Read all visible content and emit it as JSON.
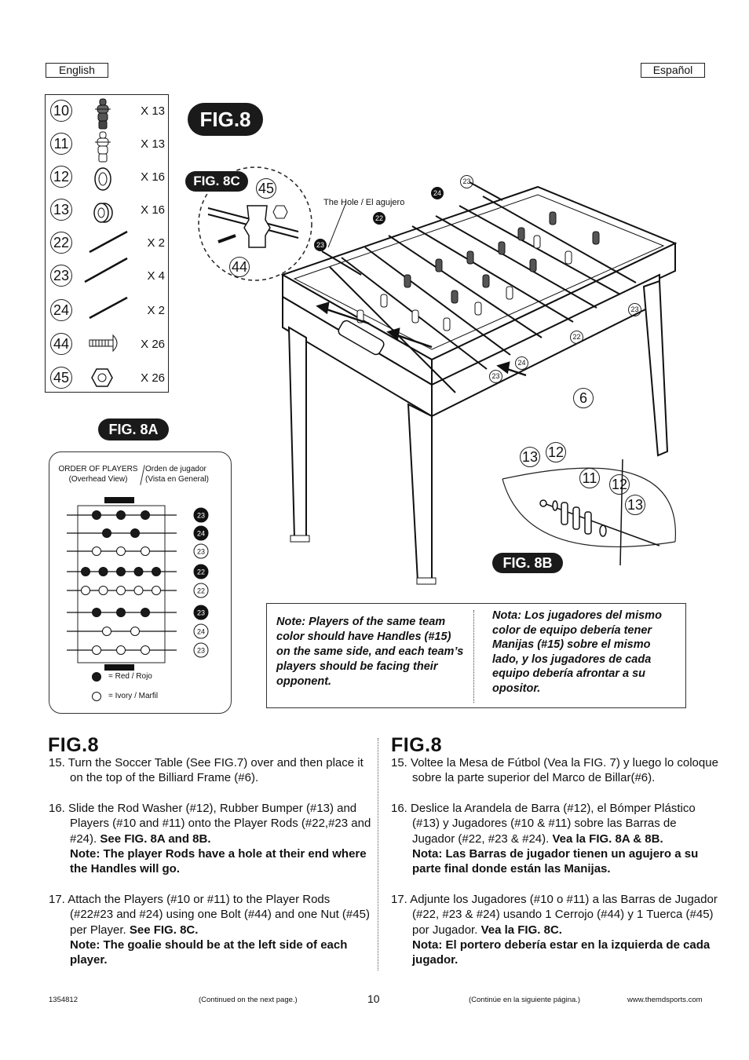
{
  "header": {
    "lang_en": "English",
    "lang_es": "Español"
  },
  "parts": [
    {
      "num": "10",
      "qty": "X 13",
      "icon": "player-figure-dark-icon"
    },
    {
      "num": "11",
      "qty": "X 13",
      "icon": "player-figure-light-icon"
    },
    {
      "num": "12",
      "qty": "X 16",
      "icon": "rod-washer-icon"
    },
    {
      "num": "13",
      "qty": "X 16",
      "icon": "rubber-bumper-icon"
    },
    {
      "num": "22",
      "qty": "X 2",
      "icon": "rod-icon"
    },
    {
      "num": "23",
      "qty": "X 4",
      "icon": "rod-icon"
    },
    {
      "num": "24",
      "qty": "X 2",
      "icon": "rod-icon"
    },
    {
      "num": "44",
      "qty": "X 26",
      "icon": "bolt-icon"
    },
    {
      "num": "45",
      "qty": "X 26",
      "icon": "nut-icon"
    }
  ],
  "figure": {
    "main_label": "FIG.8",
    "fig8c_label": "FIG. 8C",
    "fig8a_label": "FIG. 8A",
    "fig8b_label": "FIG. 8B",
    "hole_label": "The Hole / El agujero",
    "callouts": {
      "c45": "45",
      "c44": "44",
      "c6": "6",
      "c13a": "13",
      "c12a": "12",
      "c11": "11",
      "c12b": "12",
      "c13b": "13",
      "r23a": "23",
      "r24a": "24",
      "r22a": "22",
      "r23b": "23",
      "r23c": "23",
      "r22b": "22",
      "r24b": "24",
      "r23d": "23"
    }
  },
  "fig8a": {
    "title_en": "ORDER OF PLAYERS",
    "subtitle_en": "(Overhead View)",
    "title_es": "Orden de jugador",
    "subtitle_es": "(Vista en General)",
    "rods": [
      {
        "num": "23",
        "fill": "red",
        "players": 3
      },
      {
        "num": "24",
        "fill": "red",
        "players": 2
      },
      {
        "num": "23",
        "fill": "ivory",
        "players": 3
      },
      {
        "num": "22",
        "fill": "red",
        "players": 5
      },
      {
        "num": "22",
        "fill": "ivory",
        "players": 5
      },
      {
        "num": "23",
        "fill": "red",
        "players": 3
      },
      {
        "num": "24",
        "fill": "ivory",
        "players": 2
      },
      {
        "num": "23",
        "fill": "ivory",
        "players": 3
      }
    ],
    "legend_red": "= Red / Rojo",
    "legend_ivory": "= Ivory / Marfil",
    "colors": {
      "red_marker": "#1a1a1a",
      "ivory_marker": "#ffffff"
    }
  },
  "note": {
    "en": "Note: Players of the same team color should have Handles (#15) on the same side, and each team’s players should be facing their opponent.",
    "es": "Nota: Los jugadores del mismo color de equipo debería tener Manijas (#15) sobre el mismo lado, y los jugadores de cada equipo debería afrontar a su opositor."
  },
  "english": {
    "title": "FIG.8",
    "s15": "15. Turn the Soccer Table (See FIG.7) over and then place it on the top of the Billiard Frame (#6).",
    "s16_a": "16. Slide the Rod Washer (#12), Rubber Bumper (#13) and Players (#10 and #11) onto the Player Rods (#22,#23 and #24). ",
    "s16_b": "See FIG. 8A and 8B.",
    "s16_c": "Note: The player Rods have a hole at their end where the Handles will go.",
    "s17_a": "17.  Attach the Players (#10 or #11) to the Player Rods (#22#23 and #24) using one Bolt (#44) and one Nut (#45) per Player. ",
    "s17_b": "See FIG. 8C.",
    "s17_c": "Note: The goalie should be at the left side of each player."
  },
  "spanish": {
    "title": "FIG.8",
    "s15": "15. Voltee la Mesa de Fútbol (Vea la FIG. 7) y luego lo coloque sobre la parte superior del Marco de Billar(#6).",
    "s16_a": "16. Deslice la Arandela de Barra (#12), el Bómper Plástico (#13) y Jugadores (#10 & #11) sobre las Barras de Jugador (#22, #23 & #24). ",
    "s16_b": "Vea la FIG. 8A & 8B.",
    "s16_c": "Nota: Las Barras de jugador tienen un agujero a su parte final donde están las Manijas.",
    "s17_a": "17. Adjunte los Jugadores (#10 o #11) a las Barras de Jugador (#22, #23 & #24) usando 1 Cerrojo (#44) y 1 Tuerca (#45) por Jugador. ",
    "s17_b": "Vea la FIG. 8C.",
    "s17_c": "Nota: El portero debería estar en la izquierda de cada jugador."
  },
  "footer": {
    "code": "1354812",
    "cont_en": "(Continued on the next page.)",
    "page": "10",
    "cont_es": "(Continúe en la siguiente página.)",
    "url": "www.themdsports.com"
  }
}
